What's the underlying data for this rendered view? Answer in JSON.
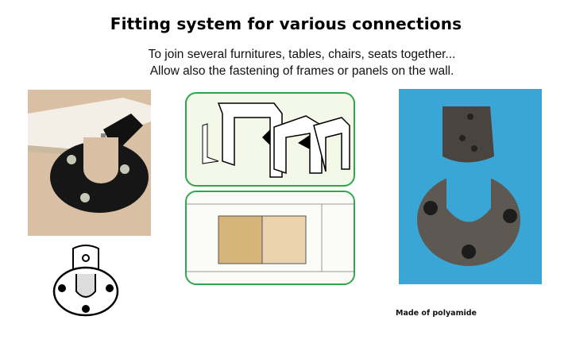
{
  "title": "Fitting system for various connections",
  "subtitle_lines": [
    "To join several furnitures, tables, chairs, seats together...",
    "Allow also the fastening of frames or panels on the wall."
  ],
  "caption": "Made of polyamide",
  "colors": {
    "frame_green": "#2aa84a",
    "photo_blue": "#3aa6d6",
    "photo_beige": "#d9bfa3"
  }
}
